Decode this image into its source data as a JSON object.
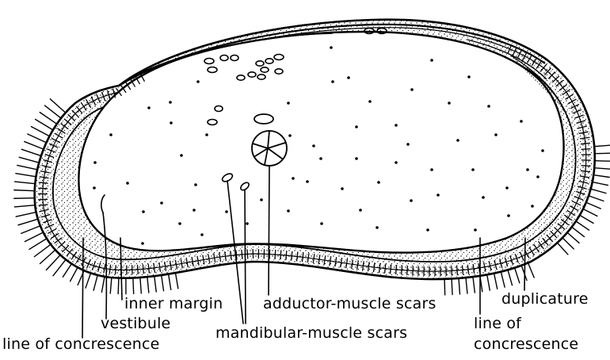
{
  "labels": {
    "inner_margin": "inner margin",
    "vestibule": "vestibule",
    "line_of_concrescence_left": "line of concrescence",
    "adductor_muscle_scars": "adductor-muscle scars",
    "mandibular_muscle_scars": "mandibular-muscle scars",
    "duplicature": "duplicature",
    "line_of_concrescence_right_1": "line of",
    "line_of_concrescence_right_2": "concrescence"
  },
  "colors": {
    "ink": "#000000",
    "background": "#ffffff"
  }
}
